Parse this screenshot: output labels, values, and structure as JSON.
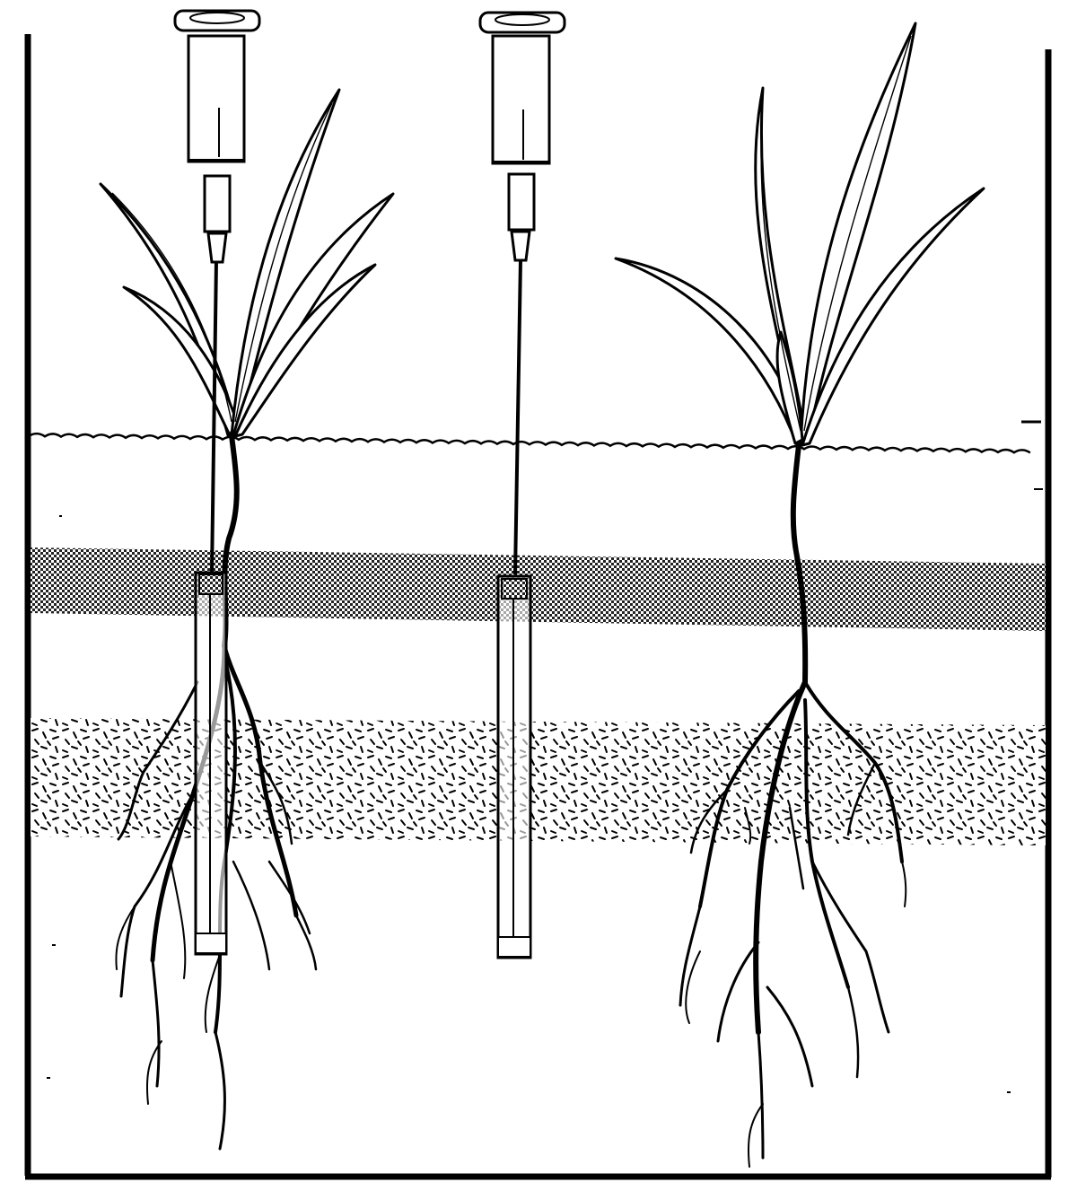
{
  "figure": {
    "kind": "line-drawing",
    "objects": [
      "syringe-left",
      "syringe-middle",
      "plant-left",
      "plant-right",
      "tube-left",
      "tube-middle"
    ],
    "layers": [
      "water-surface",
      "stippled-band",
      "speckled-sand-band"
    ]
  },
  "colors": {
    "ink": "#000000",
    "paper": "#ffffff",
    "band": "#b8b8b8"
  }
}
